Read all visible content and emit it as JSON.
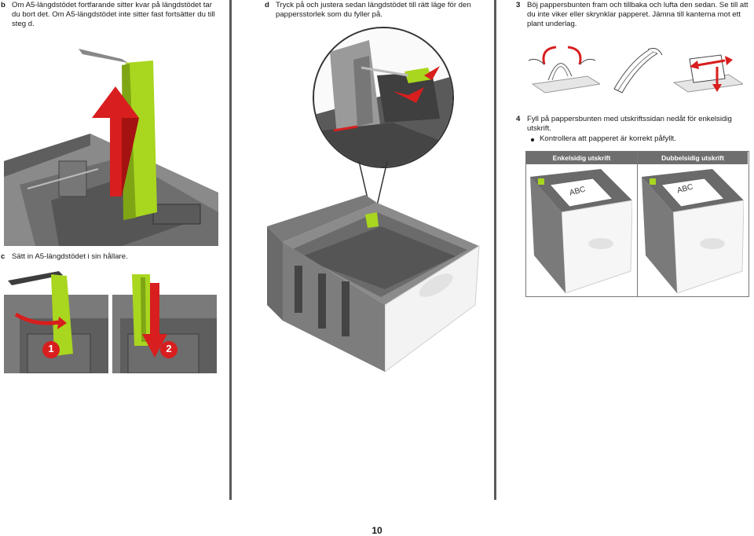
{
  "steps": {
    "b": {
      "letter": "b",
      "line1": "Om A5-längdstödet fortfarande sitter kvar på längdstödet tar",
      "line2": "du bort det. Om A5-längdstödet inte sitter fast fortsätter du till",
      "line3": "steg d."
    },
    "c": {
      "letter": "c",
      "text": "Sätt in A5-längdstödet i sin hållare."
    },
    "d": {
      "letter": "d",
      "line1": "Tryck på och justera sedan längdstödet till rätt läge för den",
      "line2": "pappersstorlek som du fyller på."
    },
    "s3": {
      "number": "3",
      "line1": "Böj pappersbunten fram och tillbaka och lufta den sedan. Se till att",
      "line2": "du inte viker eller skrynklar papperet. Jämna till kanterna mot ett",
      "line3": "plant underlag."
    },
    "s4": {
      "number": "4",
      "line1": "Fyll på pappersbunten med utskriftssidan nedåt för enkelsidig",
      "line2": "utskrift.",
      "bullet": "Kontrollera att papperet är korrekt påfyllt."
    }
  },
  "table": {
    "col1": "Enkelsidig utskrift",
    "col2": "Dubbelsidig utskrift",
    "paper_label": "ABC"
  },
  "callouts": {
    "one": "1",
    "two": "2"
  },
  "page_number": "10",
  "colors": {
    "accent_green": "#a9d61f",
    "arrow_red": "#d81e1e",
    "tray_grey": "#6b6b6b",
    "tray_dark": "#3d3d3d"
  }
}
